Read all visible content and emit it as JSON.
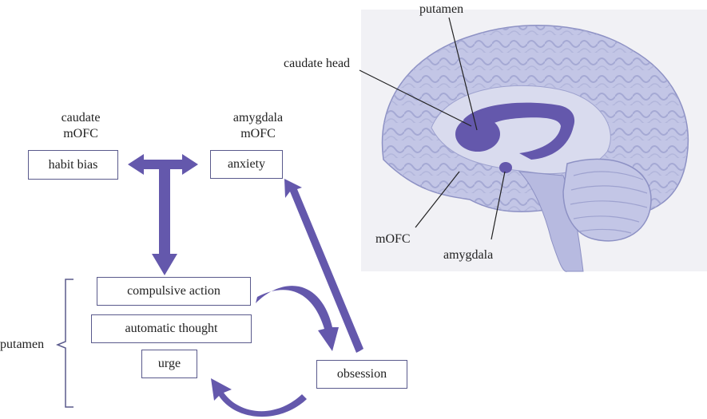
{
  "colors": {
    "accent": "#6458ac",
    "brain_fill": "#c3c6e6",
    "brain_panel": "#f1f1f5",
    "box_border": "#5a5a8c"
  },
  "labels": {
    "caudate_mofc": [
      "caudate",
      "mOFC"
    ],
    "amygdala_mofc": [
      "amygdala",
      "mOFC"
    ],
    "putamen_side": "putamen"
  },
  "boxes": {
    "habit_bias": "habit bias",
    "anxiety": "anxiety",
    "compulsive_action": "compulsive action",
    "automatic_thought": "automatic thought",
    "urge": "urge",
    "obsession": "obsession"
  },
  "brain": {
    "putamen": "putamen",
    "caudate_head": "caudate head",
    "mofc": "mOFC",
    "amygdala": "amygdala"
  }
}
